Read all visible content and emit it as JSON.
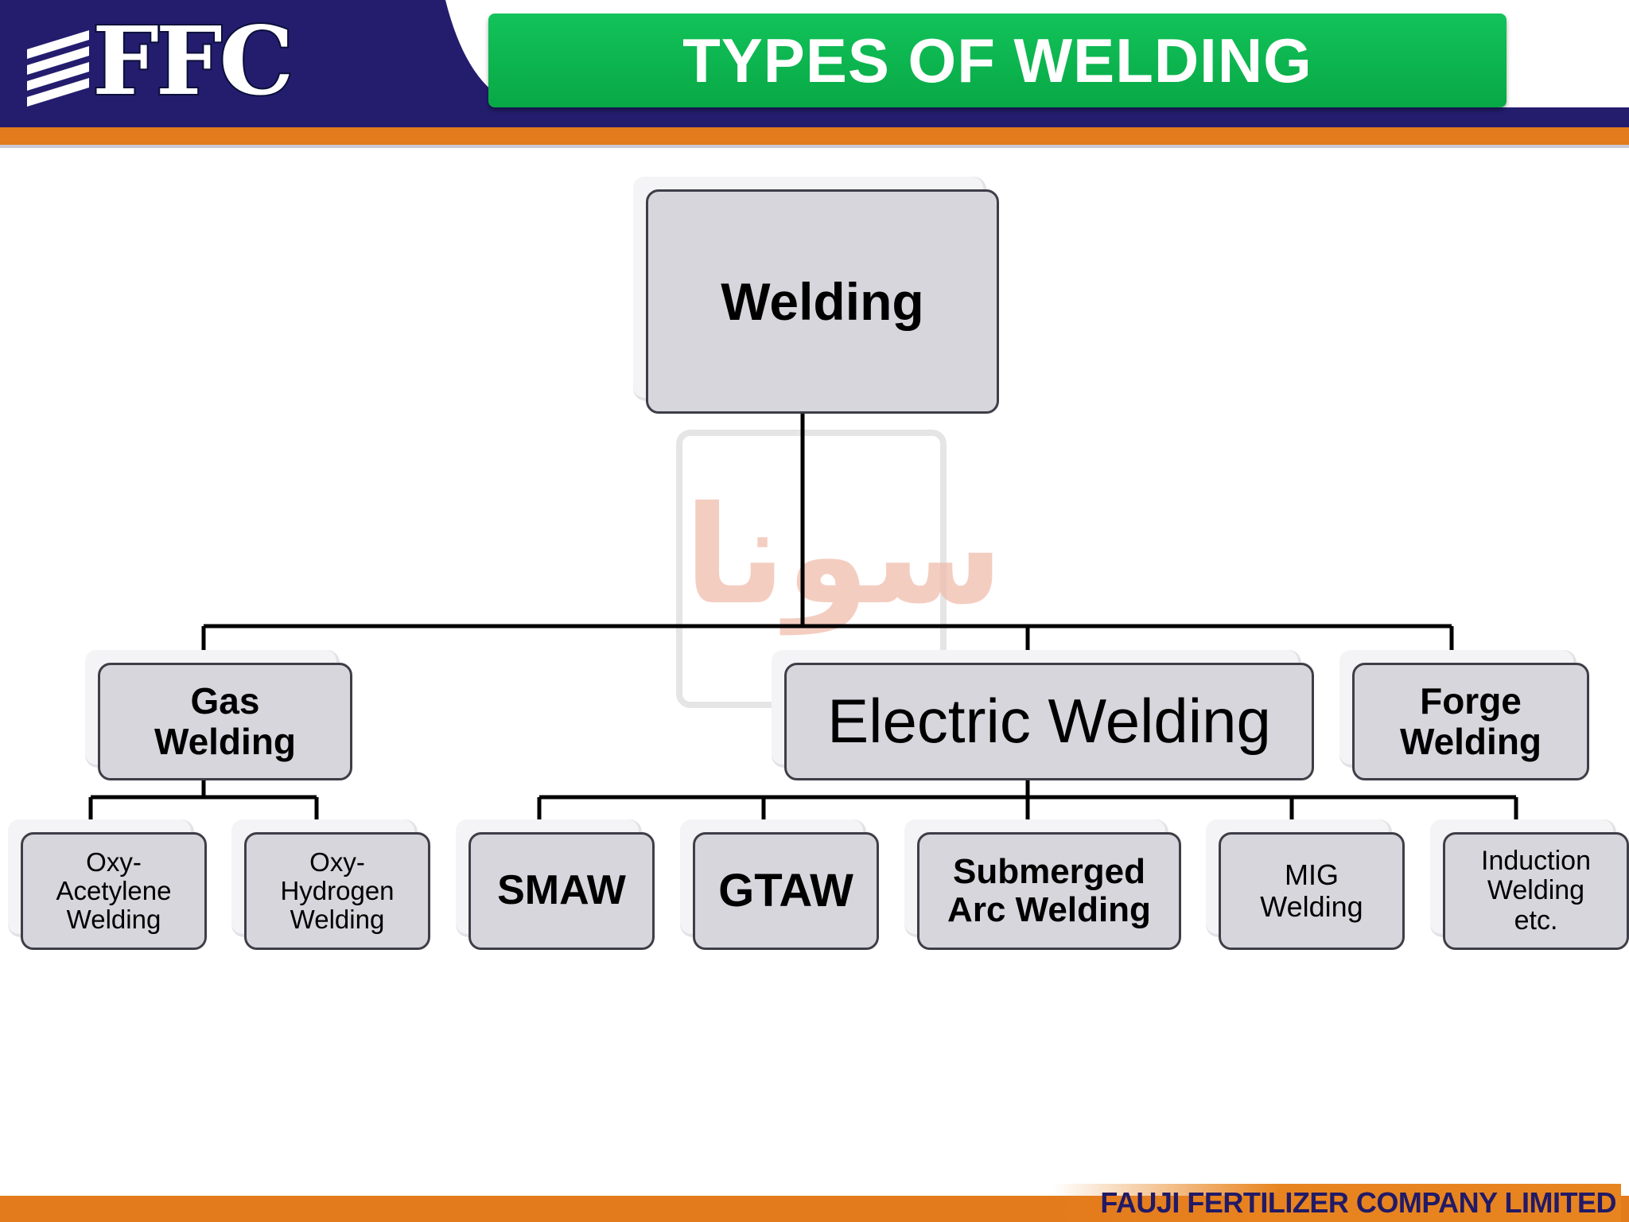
{
  "header": {
    "logo_text": "FFC",
    "title": "TYPES OF WELDING",
    "colors": {
      "navy": "#241d6e",
      "orange": "#e37a1c",
      "green": "#0bb552"
    }
  },
  "diagram": {
    "root": "Welding",
    "level1": [
      "Gas\nWelding",
      "Electric Welding",
      "Forge\nWelding"
    ],
    "gas_children": [
      "Oxy-\nAcetylene\nWelding",
      "Oxy-\nHydrogen\nWelding"
    ],
    "electric_children": [
      "SMAW",
      "GTAW",
      "Submerged\nArc Welding",
      "MIG\nWelding",
      "Induction\nWelding\netc."
    ]
  },
  "footer": {
    "company": "FAUJI FERTILIZER COMPANY LIMITED"
  }
}
